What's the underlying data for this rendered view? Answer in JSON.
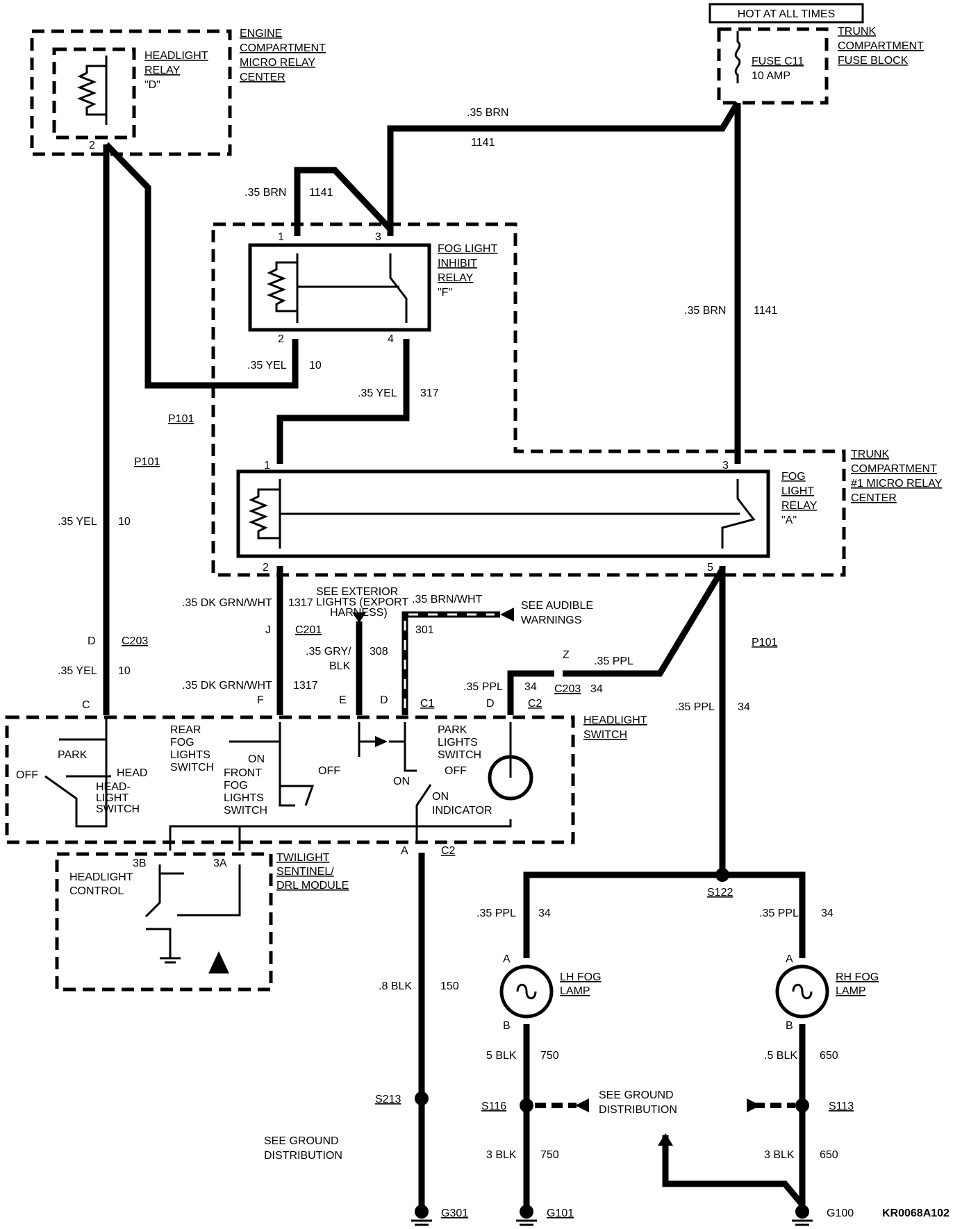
{
  "diagram_code": "KR0068A102",
  "hot_label": "HOT AT ALL TIMES",
  "engine_compartment": {
    "line1": "ENGINE",
    "line2": "COMPARTMENT",
    "line3": "MICRO RELAY",
    "line4": "CENTER"
  },
  "headlight_relay": {
    "line1": "HEADLIGHT",
    "line2": "RELAY",
    "line3": "\"D\"",
    "pin": "2"
  },
  "trunk_fuse_block": {
    "line1": "TRUNK",
    "line2": "COMPARTMENT",
    "line3": "FUSE BLOCK"
  },
  "fuse": {
    "name": "FUSE C11",
    "rating": "10 AMP"
  },
  "trunk_relay_center": {
    "line1": "TRUNK",
    "line2": "COMPARTMENT",
    "line3": "#1 MICRO RELAY",
    "line4": "CENTER"
  },
  "inhibit_relay": {
    "line1": "FOG LIGHT",
    "line2": "INHIBIT",
    "line3": "RELAY",
    "line4": "\"F\"",
    "pin1": "1",
    "pin2": "2",
    "pin3": "3",
    "pin4": "4"
  },
  "fog_relay": {
    "line1": "FOG",
    "line2": "LIGHT",
    "line3": "RELAY",
    "line4": "\"A\"",
    "pin1": "1",
    "pin2": "2",
    "pin3": "3",
    "pin5": "5"
  },
  "wires": {
    "brn": ".35 BRN",
    "c1141": "1141",
    "yel": ".35 YEL",
    "c10": "10",
    "c317": "317",
    "dkgrn": ".35 DK GRN/WHT",
    "c1317": "1317",
    "gry1": ".35 GRY/",
    "gry2": "BLK",
    "c308": "308",
    "brnwht": ".35 BRN/WHT",
    "c301": "301",
    "ppl": ".35 PPL",
    "c34": "34",
    "blk8": ".8 BLK",
    "c150": "150",
    "blk5a": "5 BLK",
    "c750": "750",
    "blk5b": ".5 BLK",
    "c650": "650",
    "blk3": "3 BLK"
  },
  "connectors": {
    "p101": "P101",
    "c203": "C203",
    "c201": "C201",
    "c1": "C1",
    "c2": "C2",
    "pin_d": "D",
    "pin_c": "C",
    "pin_f": "F",
    "pin_e": "E",
    "pin_j": "J",
    "pin_z": "Z",
    "pin_a": "A",
    "pin_b": "B",
    "s122": "S122",
    "s213": "S213",
    "s116": "S116",
    "s113": "S113",
    "g301": "G301",
    "g101": "G101",
    "g100": "G100"
  },
  "see_exterior": {
    "line1": "SEE EXTERIOR",
    "line2": "LIGHTS (EXPORT",
    "line3": "HARNESS)"
  },
  "see_audible": {
    "line1": "SEE AUDIBLE",
    "line2": "WARNINGS"
  },
  "see_ground": {
    "line1": "SEE GROUND",
    "line2": "DISTRIBUTION"
  },
  "headlight_switch": {
    "title1": "HEADLIGHT",
    "title2": "SWITCH",
    "park": "PARK",
    "head": "HEAD",
    "off": "OFF",
    "on": "ON",
    "hs1": "HEAD-",
    "hs2": "LIGHT",
    "hs3": "SWITCH",
    "rear1": "REAR",
    "rear2": "FOG",
    "rear3": "LIGHTS",
    "rear4": "SWITCH",
    "front1": "FRONT",
    "front2": "FOG",
    "front3": "LIGHTS",
    "front4": "SWITCH",
    "parkl1": "PARK",
    "parkl2": "LIGHTS",
    "parkl3": "SWITCH",
    "ind_on": "ON",
    "ind": "INDICATOR"
  },
  "twilight": {
    "line1": "TWILIGHT",
    "line2": "SENTINEL/",
    "line3": "DRL MODULE",
    "hc1": "HEADLIGHT",
    "hc2": "CONTROL",
    "pin3b": "3B",
    "pin3a": "3A"
  },
  "lh_lamp": {
    "line1": "LH FOG",
    "line2": "LAMP"
  },
  "rh_lamp": {
    "line1": "RH FOG",
    "line2": "LAMP"
  }
}
